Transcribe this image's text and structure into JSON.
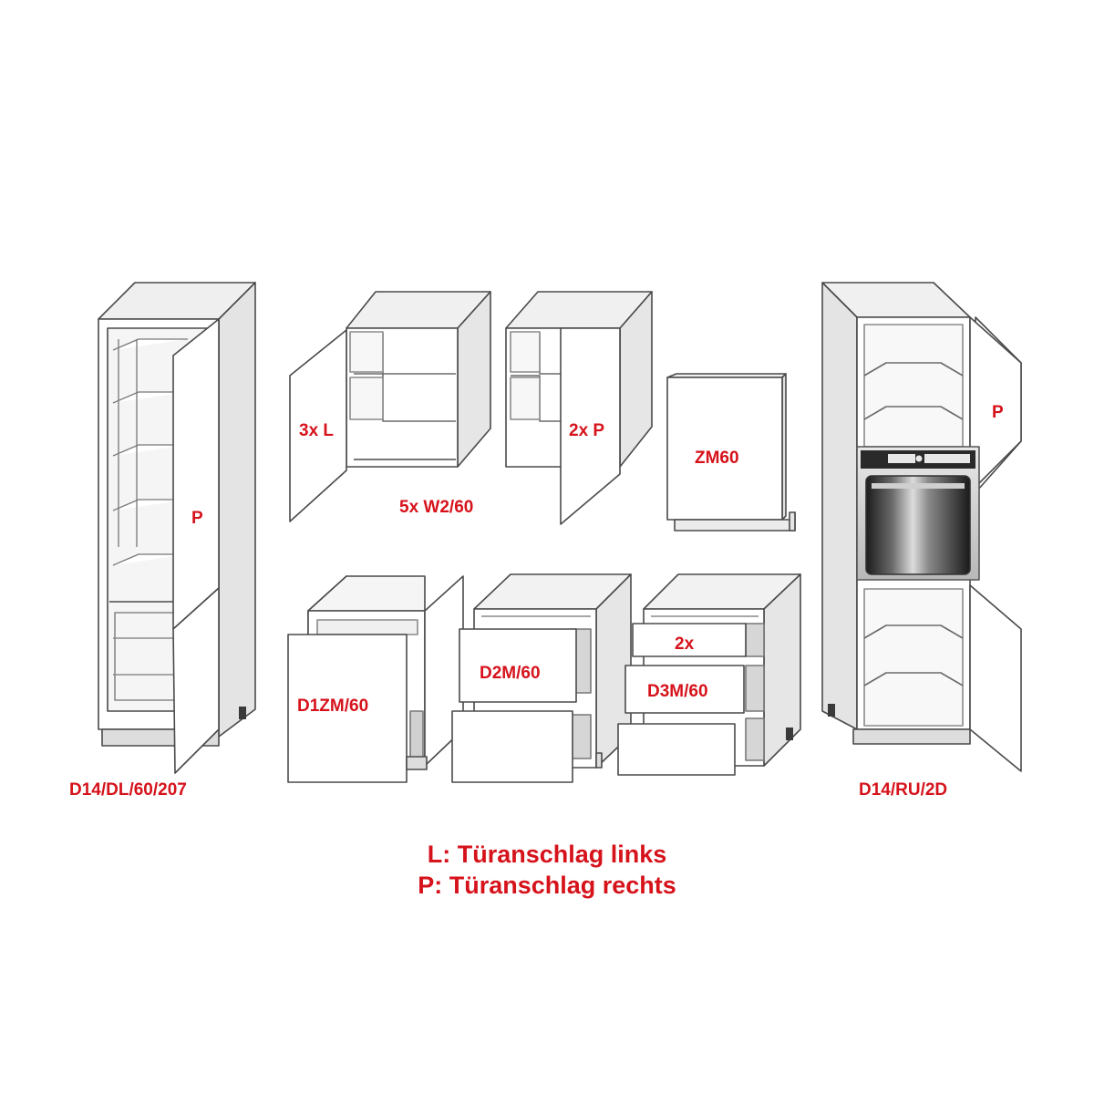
{
  "accent_color": "#d6121b",
  "labels": {
    "tall_left_door": "P",
    "tall_left_code": "D14/DL/60/207",
    "wall_left_door": "3x L",
    "wall_code": "5x W2/60",
    "wall_right_door": "2x P",
    "panel_code": "ZM60",
    "base_1_code": "D1ZM/60",
    "base_2_code": "D2M/60",
    "base_3_count": "2x",
    "base_3_code": "D3M/60",
    "tall_right_door": "P",
    "tall_right_code": "D14/RU/2D"
  },
  "legend": {
    "line1": "L: Türanschlag links",
    "line2": "P: Türanschlag rechts"
  }
}
